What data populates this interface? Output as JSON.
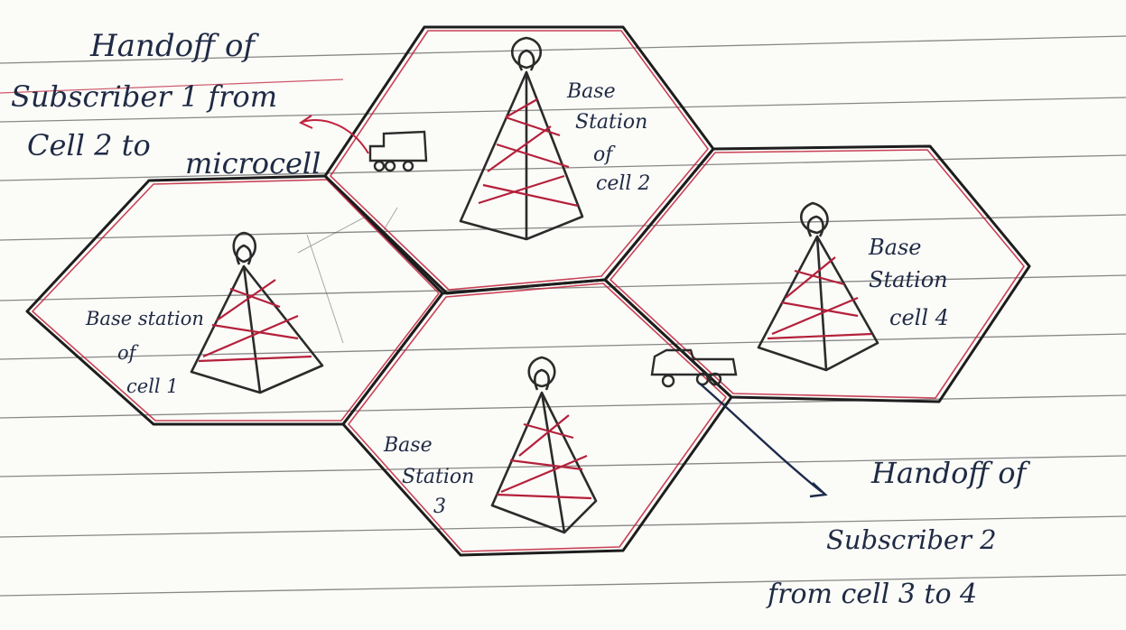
{
  "annotations": {
    "handoff1": [
      "Handoff of",
      "Subscriber 1 from",
      "Cell 2 to",
      "microcell"
    ],
    "handoff2": [
      "Handoff of",
      "Subscriber 2",
      "from cell 3 to 4"
    ]
  },
  "cells": [
    {
      "id": "cell1",
      "label": [
        "Base station",
        "of",
        "cell 1"
      ]
    },
    {
      "id": "cell2",
      "label": [
        "Base",
        "Station",
        "of",
        "cell 2"
      ]
    },
    {
      "id": "cell3",
      "label": [
        "Base",
        "Station",
        "3"
      ]
    },
    {
      "id": "cell4",
      "label": [
        "Base",
        "Station",
        "cell 4"
      ]
    }
  ],
  "colors": {
    "ink": "#1f2a44",
    "red": "#c0213a",
    "pencil": "#2b2b2b",
    "paper": "#fbfbf8"
  }
}
